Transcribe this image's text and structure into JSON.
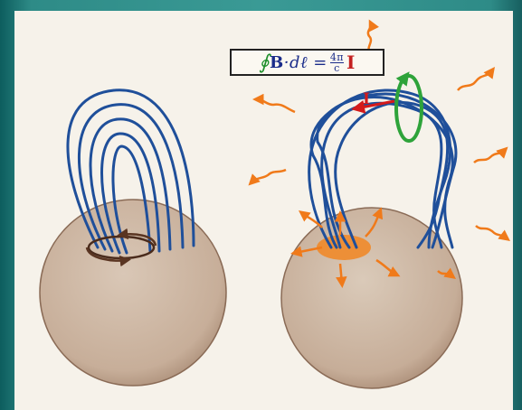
{
  "equation": {
    "oint": "∮",
    "b": "B",
    "dot_dl": "·dℓ =",
    "frac_num": "4π",
    "frac_den": "c",
    "current": "I"
  },
  "current_label": "I",
  "colors": {
    "field_lines": "#1f4f9a",
    "sun": "#cdb8a6",
    "hotspot": "#f08a2a",
    "loop_ring": "#2ea33a",
    "current_arrow": "#d41a1a",
    "emission_arrows": "#f07a1a"
  },
  "icons": [
    "sun-sphere-left",
    "sun-sphere-right",
    "rotation-arrows-icon",
    "emission-arrow-icon",
    "amperian-loop-icon"
  ]
}
